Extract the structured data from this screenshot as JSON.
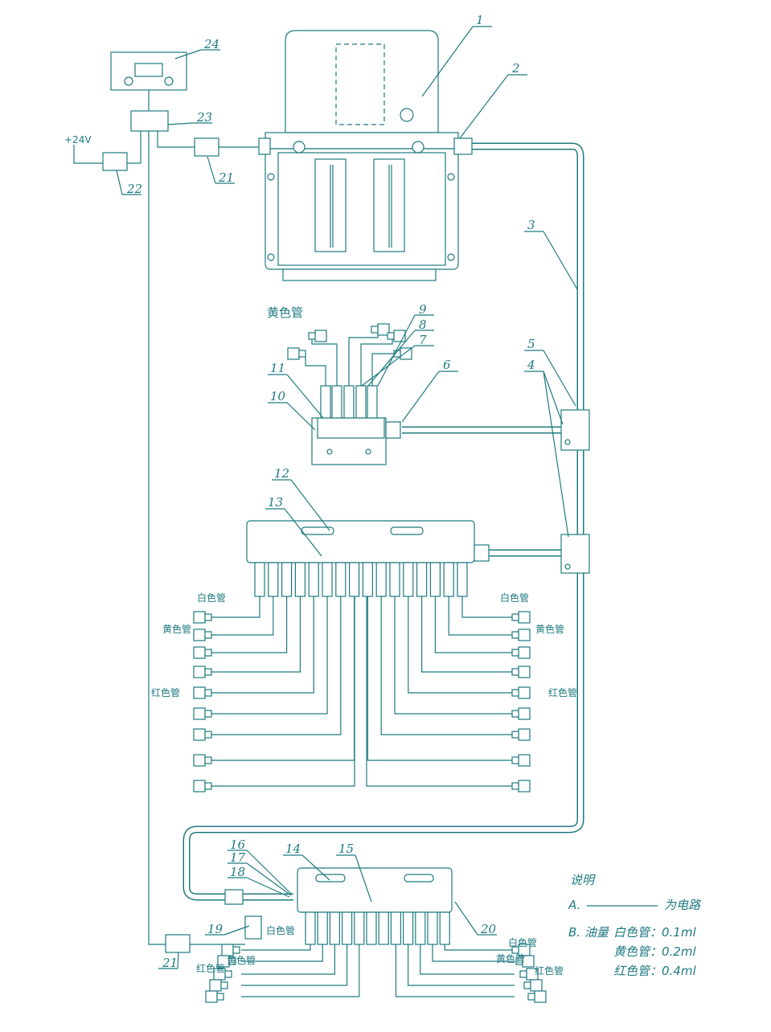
{
  "labels": {
    "n1": "1",
    "n2": "2",
    "n3": "3",
    "n4": "4",
    "n5": "5",
    "n6": "6",
    "n7": "7",
    "n8": "8",
    "n9": "9",
    "n10": "10",
    "n11": "11",
    "n12": "12",
    "n13": "13",
    "n14": "14",
    "n15": "15",
    "n16": "16",
    "n17": "17",
    "n18": "18",
    "n19": "19",
    "n20": "20",
    "n21a": "21",
    "n21b": "21",
    "n22": "22",
    "n23": "23",
    "n24": "24",
    "power": "+24V"
  },
  "tubes": {
    "white": "白色管",
    "yellow": "黄色管",
    "red": "红色管"
  },
  "legend": {
    "title": "说明",
    "a_prefix": "A.",
    "a_text": "为电路",
    "b_prefix": "B.  油量",
    "white": "白色管：0.1ml",
    "yellow": "黄色管：0.2ml",
    "red": "红色管：0.4ml"
  },
  "colors": {
    "line": "#1f7a80"
  }
}
